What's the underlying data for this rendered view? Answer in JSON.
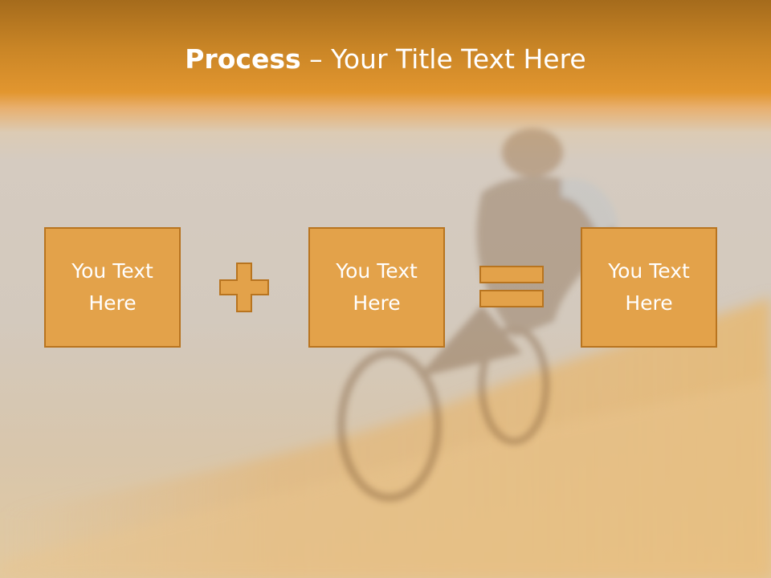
{
  "slide": {
    "title_bold": "Process",
    "title_rest": " – Your Title Text Here",
    "boxes": [
      {
        "line1": "You Text",
        "line2": "Here"
      },
      {
        "line1": "You Text",
        "line2": "Here"
      },
      {
        "line1": "You Text",
        "line2": "Here"
      }
    ],
    "operators": [
      "plus-icon",
      "equals-icon"
    ],
    "colors": {
      "header_band": "#c98526",
      "box_fill": "#e3a24a",
      "box_border": "#b8741f",
      "text": "#ffffff"
    }
  }
}
